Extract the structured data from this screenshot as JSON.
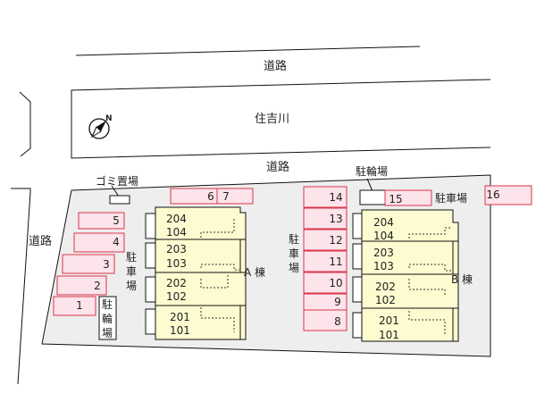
{
  "labels": {
    "road_top": "道路",
    "river": "住吉川",
    "road_middle": "道路",
    "road_left": "道路",
    "garbage": "ゴミ置場",
    "bike_top": "駐輪場",
    "bike_left": "駐輪場",
    "parking_right": "駐車場",
    "parking_left": "駐車場",
    "parking_center": "駐車場",
    "building_a": "A 棟",
    "building_b": "B 棟"
  },
  "parking": {
    "p1": "1",
    "p2": "2",
    "p3": "3",
    "p4": "4",
    "p5": "5",
    "p6": "6",
    "p7": "7",
    "p8": "8",
    "p9": "9",
    "p10": "10",
    "p11": "11",
    "p12": "12",
    "p13": "13",
    "p14": "14",
    "p15": "15",
    "p16": "16"
  },
  "building_a_units": [
    {
      "upper": "204",
      "lower": "104"
    },
    {
      "upper": "203",
      "lower": "103"
    },
    {
      "upper": "202",
      "lower": "102"
    },
    {
      "upper": "201",
      "lower": "101"
    }
  ],
  "building_b_units": [
    {
      "upper": "204",
      "lower": "104"
    },
    {
      "upper": "203",
      "lower": "103"
    },
    {
      "upper": "202",
      "lower": "102"
    },
    {
      "upper": "201",
      "lower": "101"
    }
  ],
  "colors": {
    "lot": "#eeeeee",
    "building": "#fdfbd0",
    "parking_fill": "#fde3ea",
    "parking_stroke": "#d9364a",
    "line": "#111111"
  },
  "icons": {
    "north": "north-compass-icon"
  }
}
